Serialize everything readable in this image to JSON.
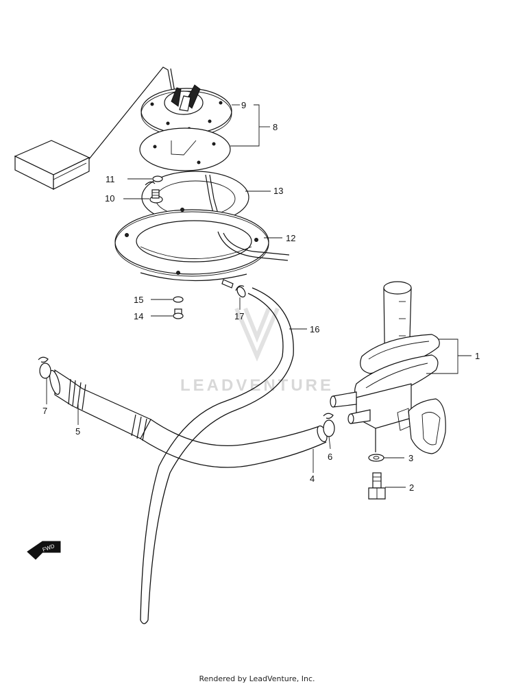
{
  "watermark": "LEADVENTURE",
  "footer": "Rendered by LeadVenture, Inc.",
  "direction_marker": "FWD",
  "callouts": [
    {
      "id": "c1",
      "label": "1"
    },
    {
      "id": "c2",
      "label": "2"
    },
    {
      "id": "c3",
      "label": "3"
    },
    {
      "id": "c4",
      "label": "4"
    },
    {
      "id": "c5",
      "label": "5"
    },
    {
      "id": "c6",
      "label": "6"
    },
    {
      "id": "c7",
      "label": "7"
    },
    {
      "id": "c8",
      "label": "8"
    },
    {
      "id": "c9",
      "label": "9"
    },
    {
      "id": "c10",
      "label": "10"
    },
    {
      "id": "c11",
      "label": "11"
    },
    {
      "id": "c12",
      "label": "12"
    },
    {
      "id": "c13",
      "label": "13"
    },
    {
      "id": "c14",
      "label": "14"
    },
    {
      "id": "c15",
      "label": "15"
    },
    {
      "id": "c16",
      "label": "16"
    },
    {
      "id": "c17",
      "label": "17"
    }
  ]
}
